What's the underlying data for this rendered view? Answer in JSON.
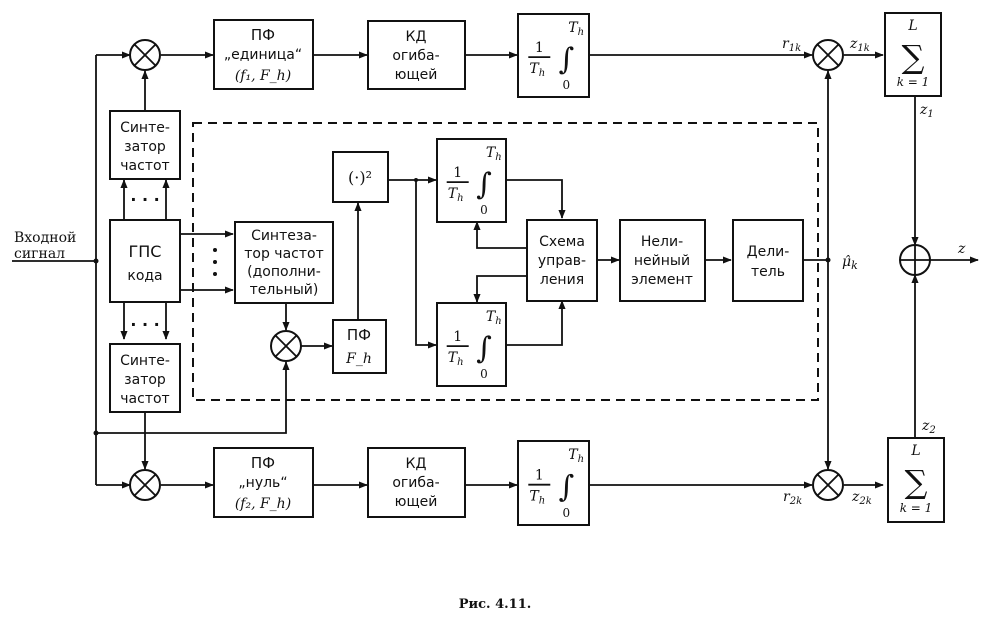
{
  "figure": {
    "caption": "Рис. 4.11.",
    "input_label": [
      "Входной",
      "сигнал"
    ],
    "output_label": "z",
    "blocks": {
      "bpf_one": [
        "ПФ",
        "„единица“",
        "(f₁, F_h)"
      ],
      "bpf_zero": [
        "ПФ",
        "„нуль“",
        "(f₂, F_h)"
      ],
      "envelope_det_top": [
        "КД",
        "огиба-",
        "ющей"
      ],
      "envelope_det_bottom": [
        "КД",
        "огиба-",
        "ющей"
      ],
      "synth_top": [
        "Синте-",
        "затор",
        "частот"
      ],
      "synth_bottom": [
        "Синте-",
        "затор",
        "частот"
      ],
      "pn_code": [
        "ГПС",
        "кода"
      ],
      "synth_aux": [
        "Синтеза-",
        "тор частот",
        "(дополни-",
        "тельный)"
      ],
      "square": "(·)²",
      "bpf_fh": [
        "ПФ",
        "F_h"
      ],
      "control": [
        "Схема",
        "управ-",
        "ления"
      ],
      "nonlinear": [
        "Нели-",
        "нейный",
        "элемент"
      ],
      "divider": [
        "Дели-",
        "тель"
      ],
      "sum_top": {
        "upper": "L",
        "lower": "k = 1"
      },
      "sum_bottom": {
        "upper": "L",
        "lower": "k = 1"
      }
    },
    "integrator": {
      "num": "1",
      "den": "T",
      "den_sub": "h",
      "upper": "T",
      "upper_sub": "h",
      "lower": "0"
    },
    "signals": {
      "r1k": {
        "main": "r",
        "sub": "1k"
      },
      "z1k": {
        "main": "z",
        "sub": "1k"
      },
      "z1": {
        "main": "z",
        "sub": "1"
      },
      "r2k": {
        "main": "r",
        "sub": "2k"
      },
      "z2k": {
        "main": "z",
        "sub": "2k"
      },
      "z2": {
        "main": "z",
        "sub": "2"
      },
      "mu_k": {
        "main": "μ̂",
        "sub": "k"
      }
    },
    "ellipsis": "· · ·"
  }
}
